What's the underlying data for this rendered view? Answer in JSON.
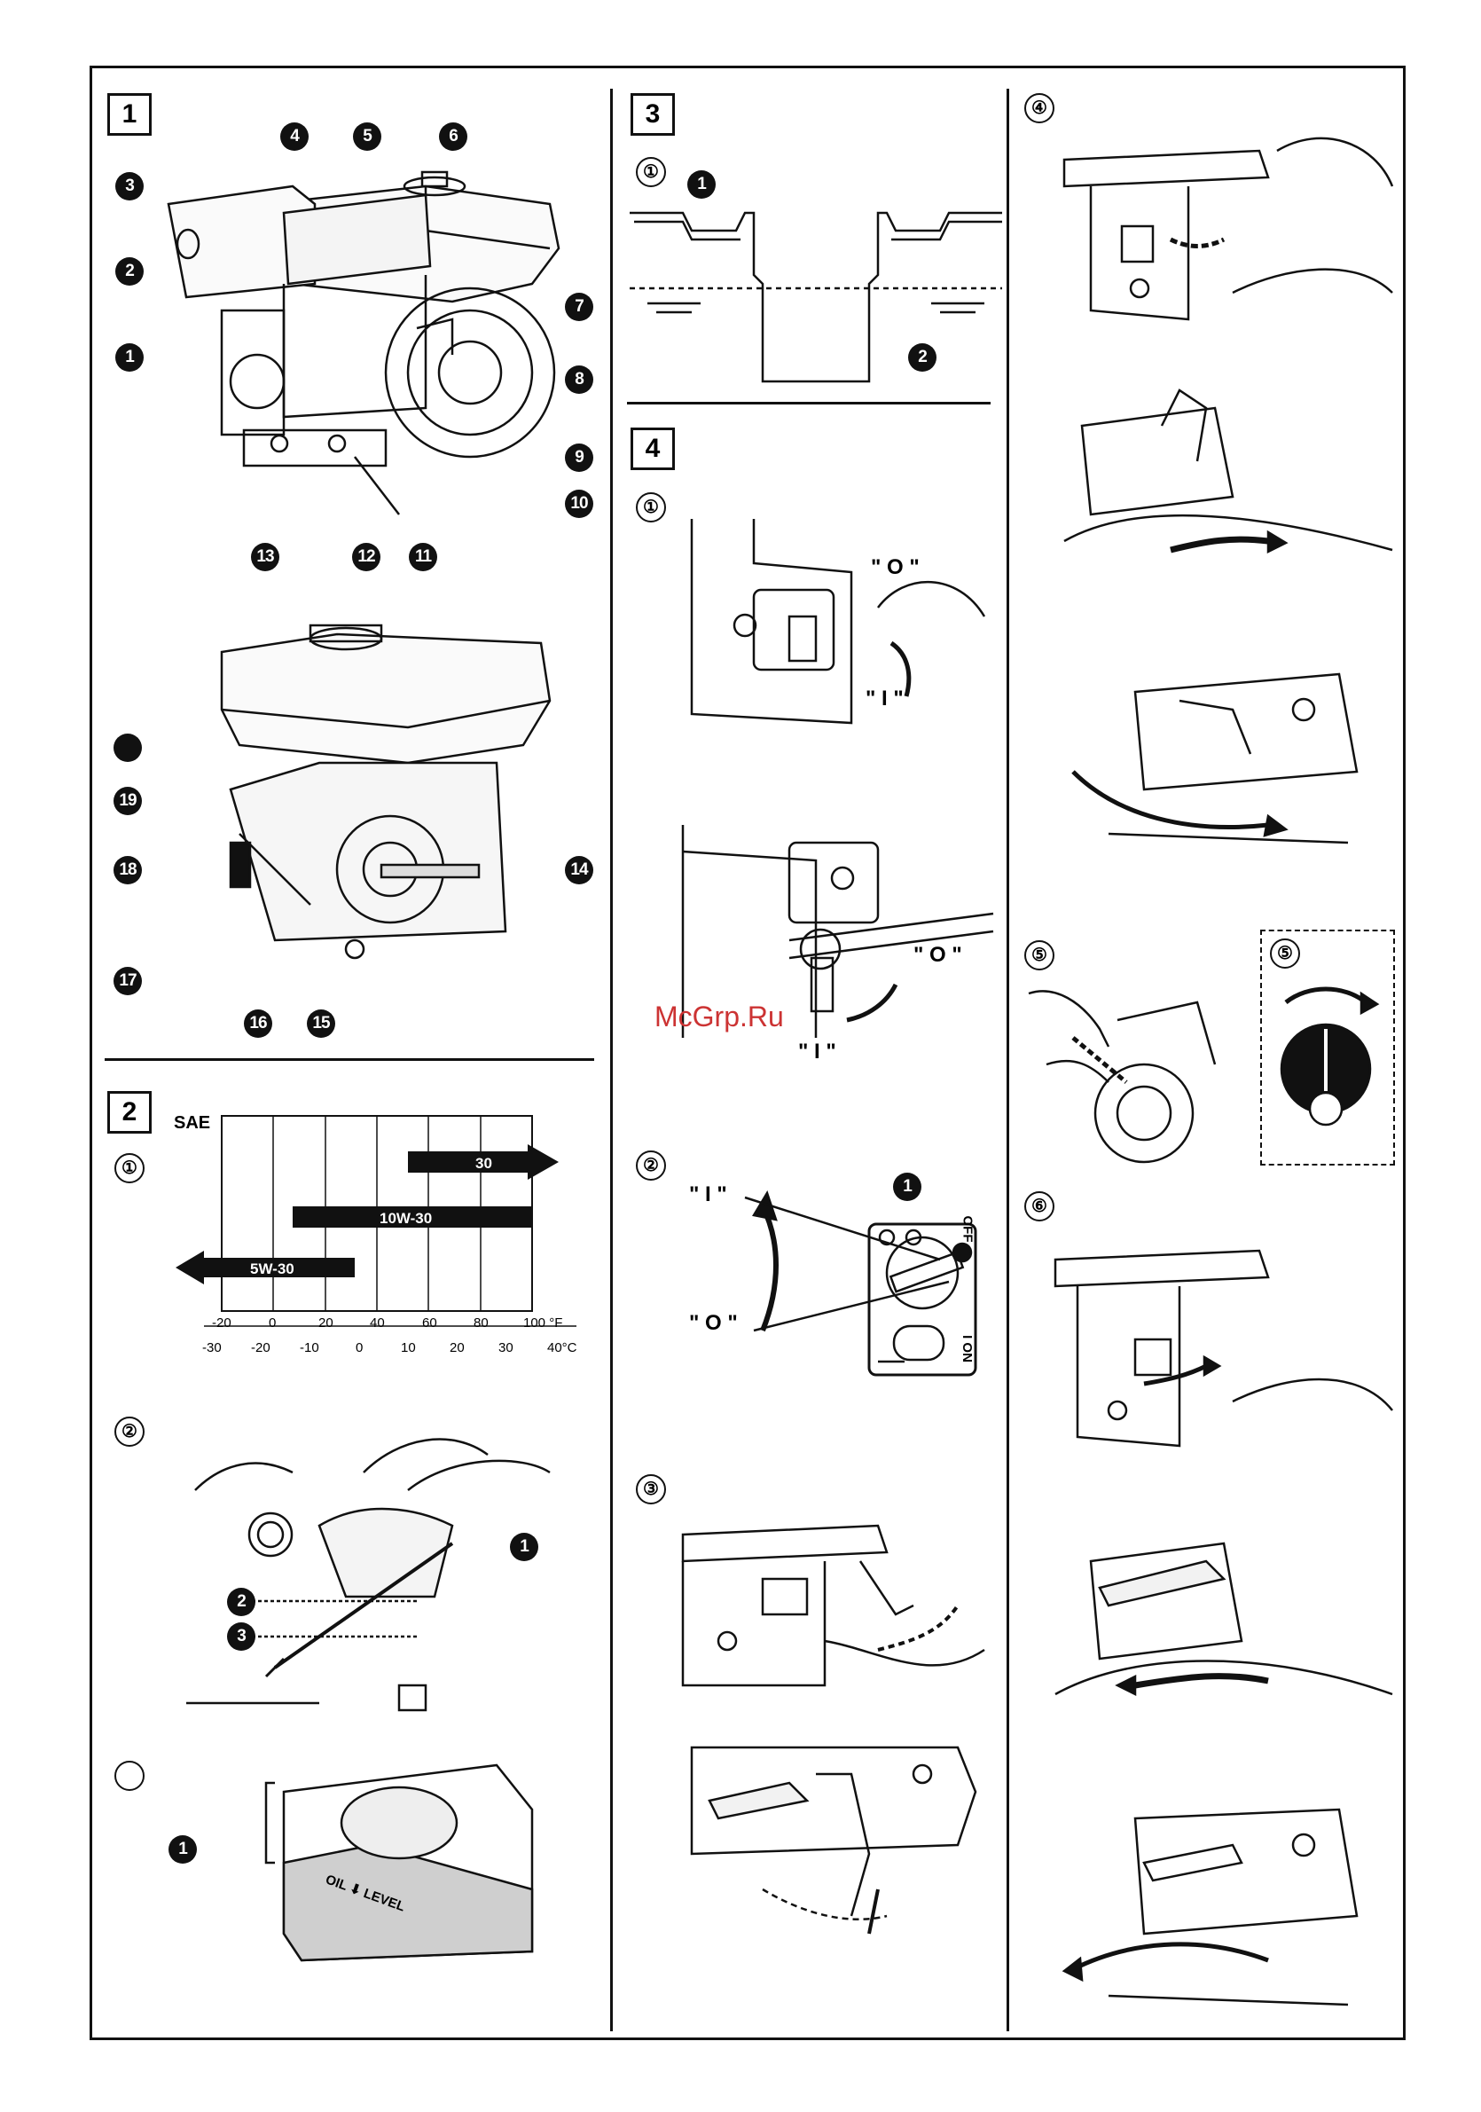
{
  "sections": {
    "s1": {
      "number": "1"
    },
    "s2": {
      "number": "2"
    },
    "s3": {
      "number": "3"
    },
    "s4": {
      "number": "4"
    }
  },
  "step_marks": {
    "s2_1": "①",
    "s2_2": "②",
    "s3_1": "①",
    "s4_1": "①",
    "s4_2": "②",
    "s4_3": "③",
    "c3_4": "④",
    "c3_5a": "⑤",
    "c3_5b": "⑤",
    "c3_6": "⑥"
  },
  "callouts": {
    "engine_top": [
      "1",
      "2",
      "3",
      "4",
      "5",
      "6",
      "7",
      "8",
      "9",
      "10",
      "11",
      "12",
      "13"
    ],
    "engine_bottom": [
      "14",
      "15",
      "16",
      "17",
      "18",
      "19"
    ],
    "dipstick": [
      "1",
      "2",
      "3"
    ],
    "oil_level": "1",
    "tank": [
      "1",
      "2"
    ],
    "switch": "1"
  },
  "sae_chart": {
    "sae_label": "SAE",
    "bars": [
      {
        "label": "30",
        "from_f": 50,
        "to_f": 100,
        "direction": "right"
      },
      {
        "label": "10W-30",
        "from_f": 5,
        "to_f": 100,
        "direction": "none"
      },
      {
        "label": "5W-30",
        "from_f": -20,
        "to_f": 32,
        "direction": "left"
      }
    ],
    "f_ticks": [
      "-20",
      "0",
      "20",
      "40",
      "60",
      "80",
      "100 °F"
    ],
    "c_ticks": [
      "-30",
      "-20",
      "-10",
      "0",
      "10",
      "20",
      "30",
      "40°C"
    ]
  },
  "fuel_valve_labels": {
    "o1": "\" O \"",
    "i1": "\" I \"",
    "o2": "\" O \"",
    "i2": "\" I \""
  },
  "switch_labels": {
    "i": "\" I \"",
    "o": "\" O \"",
    "off": "OFF",
    "on": "I ON"
  },
  "oil_cap_text": "OIL ⬇ LEVEL",
  "watermark": "McGrp.Ru"
}
